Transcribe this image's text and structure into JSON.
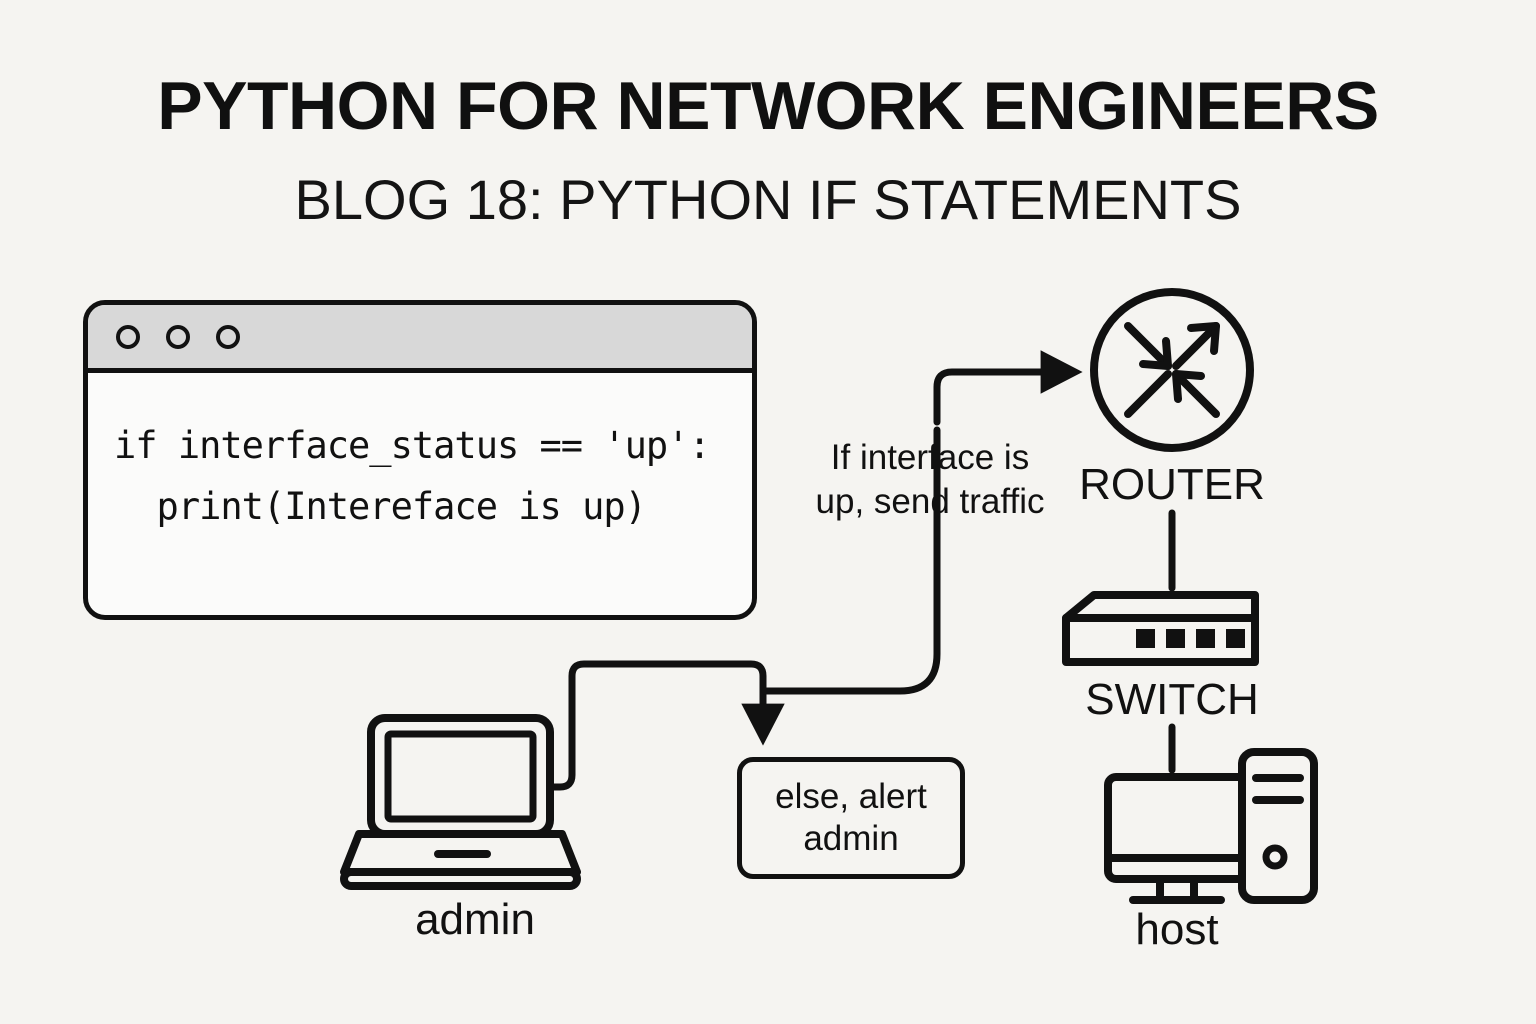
{
  "meta": {
    "background_color": "#f5f4f1",
    "ink_color": "#111111",
    "titlebar_color": "#d8d8d8",
    "window_body_color": "#fbfbfa"
  },
  "header": {
    "title": "PYTHON FOR NETWORK ENGINEERS",
    "subtitle": "BLOG 18: PYTHON IF STATEMENTS"
  },
  "code_window": {
    "dots": [
      "window-dot-1",
      "window-dot-2",
      "window-dot-3"
    ],
    "lines": [
      "if interface_status == 'up':",
      "  print(Intereface is up)"
    ]
  },
  "annotations": {
    "traffic_note_line1": "If interface is",
    "traffic_note_line2": "up, send traffic"
  },
  "else_box": {
    "line1": "else, alert",
    "line2": "admin"
  },
  "devices": [
    {
      "id": "router",
      "label": "ROUTER",
      "icon": "router-icon"
    },
    {
      "id": "switch",
      "label": "SWITCH",
      "icon": "switch-icon"
    },
    {
      "id": "host",
      "label": "host",
      "icon": "host-computer-icon"
    },
    {
      "id": "admin",
      "label": "admin",
      "icon": "laptop-icon"
    }
  ],
  "device_labels": {
    "router": "ROUTER",
    "switch": "SWITCH",
    "host": "host",
    "admin": "admin"
  },
  "icons": {
    "router": "router-icon",
    "switch": "switch-icon",
    "host": "host-computer-icon",
    "laptop": "laptop-icon",
    "arrow_to_router": "arrow-right-icon",
    "arrow_to_else": "arrow-down-icon"
  }
}
